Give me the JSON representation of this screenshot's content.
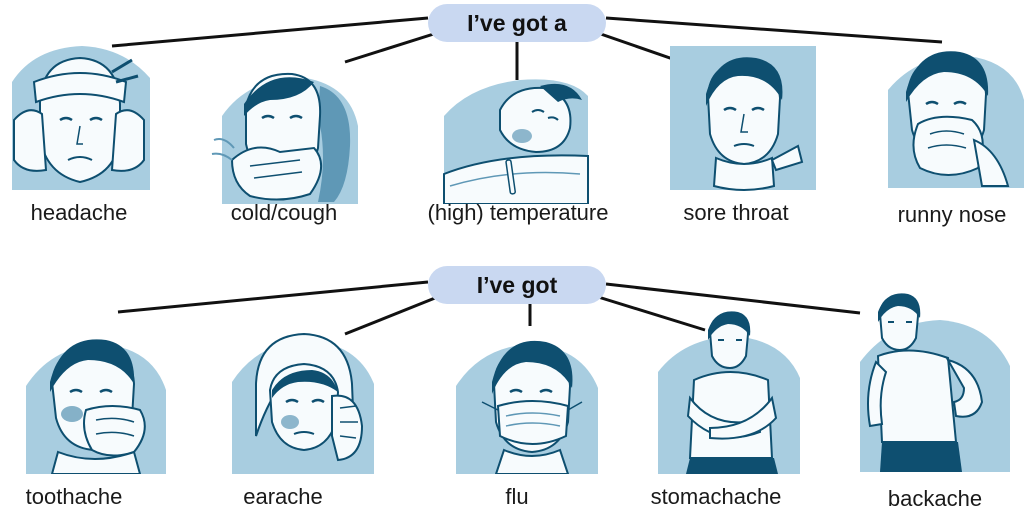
{
  "colors": {
    "pill_fill": "#c9d8f1",
    "ink": "#0e4f70",
    "ink_light": "#5f98b6",
    "wash": "#a8cde0",
    "skin": "#f7fbfd",
    "line": "#111111"
  },
  "groups": [
    {
      "header": "I’ve got a",
      "items": [
        {
          "label": "headache",
          "icon": "headache-illustration"
        },
        {
          "label": "cold/cough",
          "icon": "cold-cough-illustration"
        },
        {
          "label": "(high) temperature",
          "icon": "temperature-illustration"
        },
        {
          "label": "sore throat",
          "icon": "sore-throat-illustration"
        },
        {
          "label": "runny nose",
          "icon": "runny-nose-illustration"
        }
      ]
    },
    {
      "header": "I’ve got",
      "items": [
        {
          "label": "toothache",
          "icon": "toothache-illustration"
        },
        {
          "label": "earache",
          "icon": "earache-illustration"
        },
        {
          "label": "flu",
          "icon": "flu-illustration"
        },
        {
          "label": "stomachache",
          "icon": "stomachache-illustration"
        },
        {
          "label": "backache",
          "icon": "backache-illustration"
        }
      ]
    }
  ]
}
